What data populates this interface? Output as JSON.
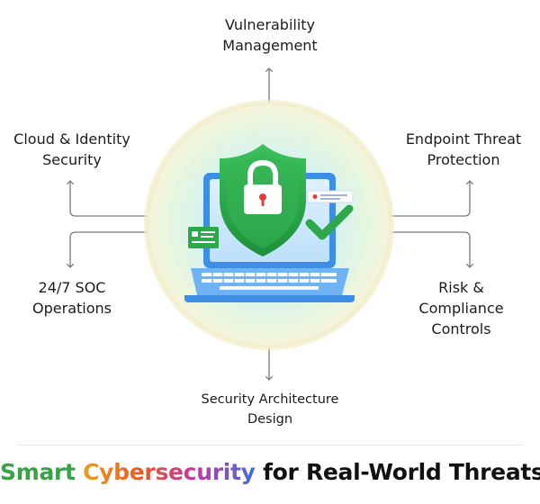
{
  "diagram": {
    "center": {
      "icons": [
        "laptop-icon",
        "shield-icon",
        "padlock-icon",
        "checkmark-icon",
        "message-card-icon",
        "credential-card-icon"
      ]
    },
    "nodes": {
      "top": {
        "line1": "Vulnerability",
        "line2": "Management"
      },
      "top_left": {
        "line1": "Cloud & Identity",
        "line2": "Security"
      },
      "top_right": {
        "line1": "Endpoint Threat",
        "line2": "Protection"
      },
      "bottom_left": {
        "line1": "24/7 SOC",
        "line2": "Operations"
      },
      "bottom_right": {
        "line1": "Risk &",
        "line2": "Compliance",
        "line3": "Controls"
      },
      "bottom": {
        "line1": "Security Architecture",
        "line2": "Design"
      }
    },
    "colors": {
      "glow_outer": "#f4f1d4",
      "glow_inner": "#d6f3ee",
      "laptop": "#3f8ee6",
      "shield": "#2ea84a",
      "connector": "#7a7a7a"
    }
  },
  "footer": {
    "headline_part1": "Smart",
    "headline_part2": "Cybersecurity",
    "headline_part3": "for Real-World Threats"
  }
}
